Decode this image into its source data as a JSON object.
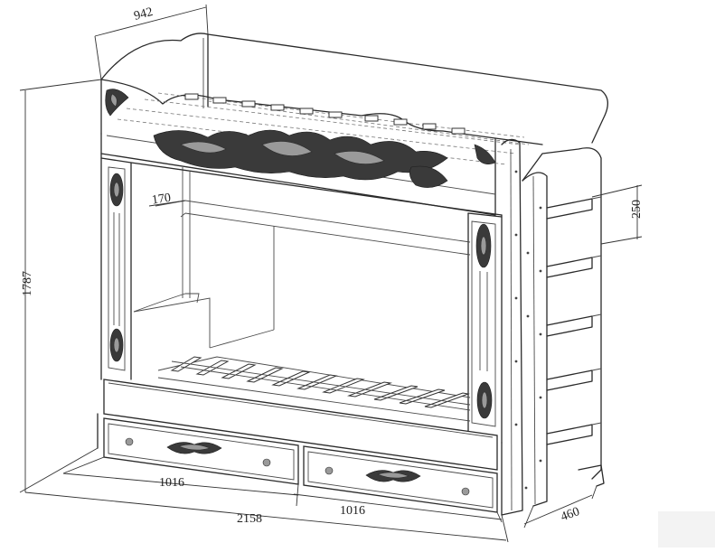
{
  "dimensions": {
    "depth_top": "942",
    "height": "1787",
    "guard_170": "170",
    "step_250": "250",
    "drawer_left": "1016",
    "drawer_right": "1016",
    "length": "2158",
    "ladder_depth": "460"
  }
}
